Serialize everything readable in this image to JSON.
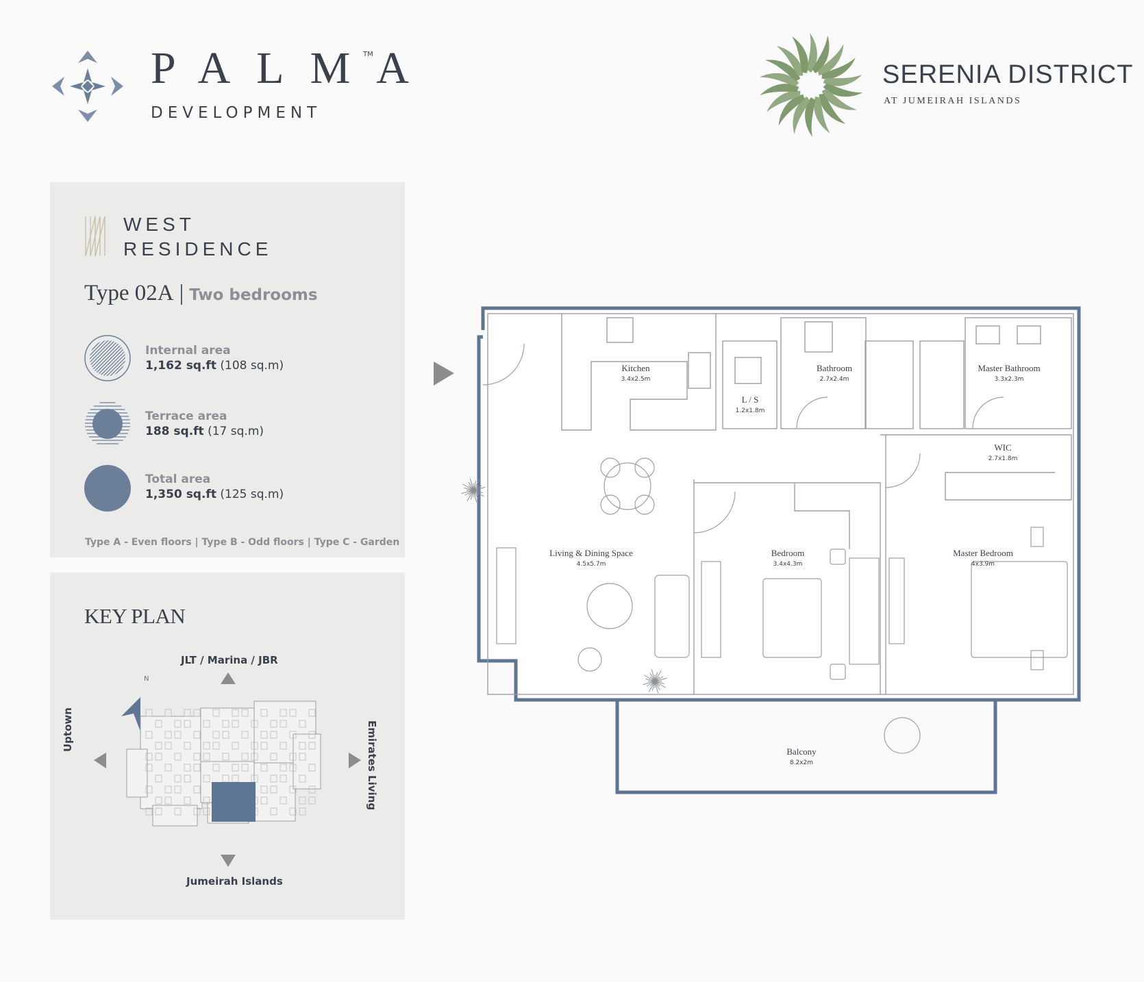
{
  "header": {
    "brand_name": "PALMA",
    "brand_tm": "TM",
    "brand_sub": "DEVELOPMENT",
    "project_name": "SERENIA DISTRICT",
    "project_sub": "AT JUMEIRAH ISLANDS"
  },
  "unit": {
    "building_line1": "WEST",
    "building_line2": "RESIDENCE",
    "type": "Type 02A",
    "separator": "|",
    "bedrooms": "Two bedrooms",
    "areas": [
      {
        "label": "Internal area",
        "value_bold": "1,162 sq.ft",
        "value_rest": "(108 sq.m)"
      },
      {
        "label": "Terrace area",
        "value_bold": "188 sq.ft",
        "value_rest": "(17 sq.m)"
      },
      {
        "label": "Total area",
        "value_bold": "1,350 sq.ft",
        "value_rest": "(125 sq.m)"
      }
    ],
    "floor_note": "Type A - Even floors | Type B - Odd floors | Type C - Garden"
  },
  "key_plan": {
    "title": "KEY PLAN",
    "north": "JLT / Marina / JBR",
    "south": "Jumeirah Islands",
    "west": "Uptown",
    "east": "Emirates Living",
    "compass": "N"
  },
  "floor_plan": {
    "rooms": [
      {
        "name": "Kitchen",
        "dim": "3.4x2.5m"
      },
      {
        "name": "L / S",
        "dim": "1.2x1.8m"
      },
      {
        "name": "Bathroom",
        "dim": "2.7x2.4m"
      },
      {
        "name": "Master Bathroom",
        "dim": "3.3x2.3m"
      },
      {
        "name": "WIC",
        "dim": "2.7x1.8m"
      },
      {
        "name": "Living & Dining Space",
        "dim": "4.5x5.7m"
      },
      {
        "name": "Bedroom",
        "dim": "3.4x4.3m"
      },
      {
        "name": "Master Bedroom",
        "dim": "4x3.9m"
      },
      {
        "name": "Balcony",
        "dim": "8.2x2m"
      }
    ]
  },
  "colors": {
    "accent_blue": "#6b7f99",
    "wall_blue": "#5f7594",
    "leaf_green": "#7f9a6d",
    "panel_gray": "#ebebea",
    "text_dark": "#3a404c",
    "text_muted": "#8c9096"
  }
}
